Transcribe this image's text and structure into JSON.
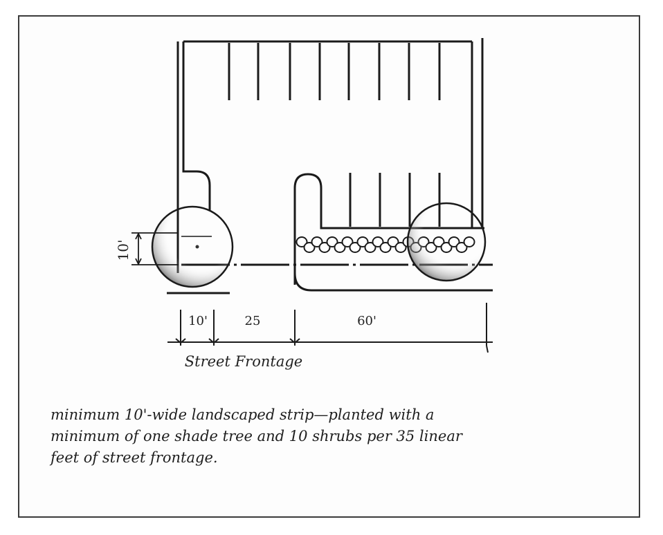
{
  "diagram": {
    "vertical_dimension": "10'",
    "dimensions": [
      "10'",
      "25",
      "60'"
    ],
    "axis_label": "Street Frontage"
  },
  "caption": {
    "lines": [
      "minimum 10'-wide landscaped strip—planted with a",
      "minimum of one shade tree and 10 shrubs per 35 linear",
      "feet of street frontage."
    ]
  },
  "colors": {
    "ink": "#1a1a1a",
    "frame": "#3a3a3a",
    "shading": "#555555"
  }
}
